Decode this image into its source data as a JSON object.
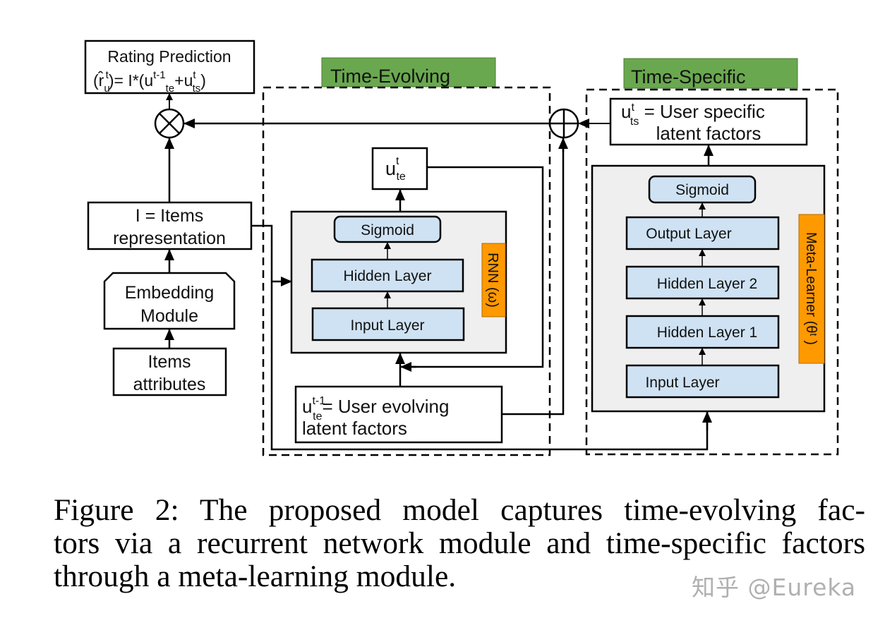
{
  "diagram": {
    "rating_prediction": {
      "title": "Rating Prediction",
      "formula_lhs": "(r̂",
      "formula_lhs_sub": "u",
      "formula_lhs_sup": "t",
      "formula_eq": ")= I*(u",
      "formula_sup1": "t-1",
      "formula_sub1": "te",
      "formula_plus": "+u",
      "formula_sup2": "t",
      "formula_sub2": "ts",
      "formula_close": ")"
    },
    "multiply_node": "⊗",
    "add_node": "⊕",
    "time_evolving_label": "Time-Evolving",
    "time_specific_label": "Time-Specific",
    "items_representation": {
      "line1": "I = Items",
      "line2": "representation"
    },
    "embedding_module": {
      "line1": "Embedding",
      "line2": "Module"
    },
    "items_attributes": {
      "line1": "Items",
      "line2": "attributes"
    },
    "u_te": {
      "base": "u",
      "sup": "t",
      "sub": "te"
    },
    "rnn": {
      "sigmoid": "Sigmoid",
      "hidden_layer": "Hidden Layer",
      "input_layer": "Input Layer",
      "side_label": "RNN (ω)"
    },
    "user_evolving": {
      "base": "u",
      "sup": "t-1",
      "sub": "te",
      "rest": "=  User evolving",
      "line2": "latent factors"
    },
    "user_specific": {
      "base": "u",
      "sup": "t",
      "sub": "ts",
      "rest": " = User specific",
      "line2": "latent factors"
    },
    "meta_learner": {
      "sigmoid": "Sigmoid",
      "output_layer": "Output Layer",
      "hidden_layer_2": "Hidden Layer 2",
      "hidden_layer_1": "Hidden Layer 1",
      "input_layer": "Input Layer",
      "side_label": "Meta-Learner  (θᵗ )"
    },
    "colors": {
      "green_label": "#6aa84f",
      "orange_label": "#ff9900",
      "layer_fill": "#cfe2f3",
      "module_fill": "#efefef"
    }
  },
  "caption": {
    "line1": "Figure 2: The proposed model captures time-evolving fac-",
    "line2": "tors via a recurrent network module and time-specific factors",
    "line3": "through a meta-learning module."
  },
  "watermark": "知乎 @Eureka"
}
